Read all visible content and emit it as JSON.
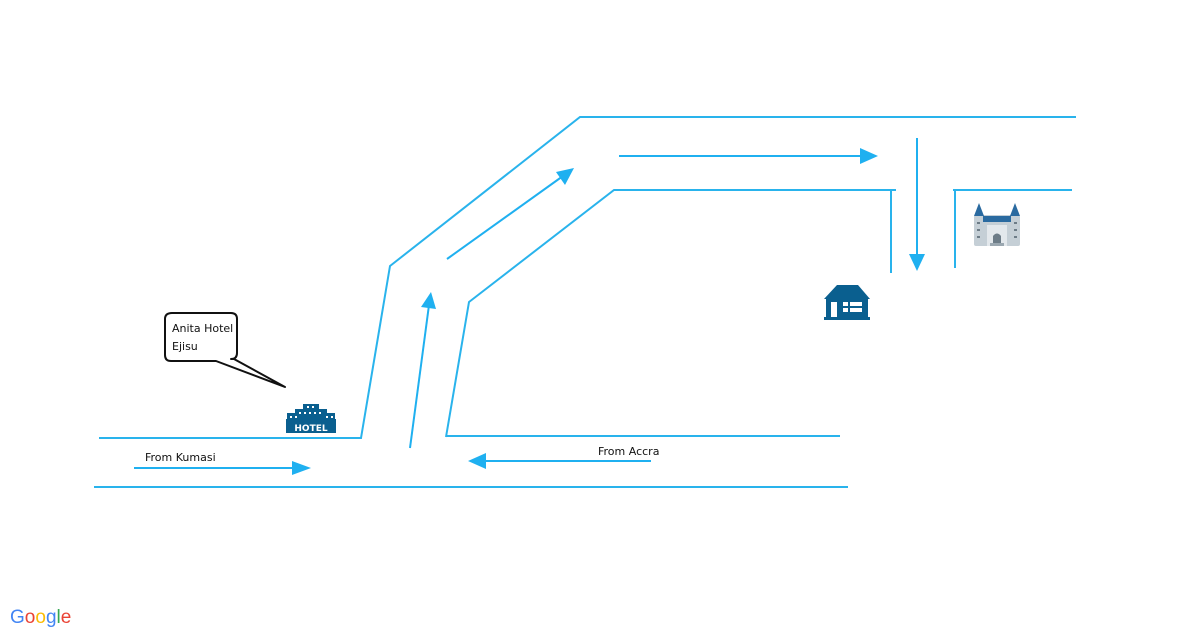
{
  "labels": {
    "from_kumasi": "From Kumasi",
    "from_accra": "From Accra"
  },
  "callout": {
    "line1": "Anita Hotel",
    "line2": "Ejisu"
  },
  "icons": {
    "hotel_sign": "HOTEL",
    "hotel": "hotel-icon",
    "house": "house-icon",
    "castle": "castle-icon"
  },
  "logo": {
    "text": "Google",
    "letters": [
      "G",
      "o",
      "o",
      "g",
      "l",
      "e"
    ]
  },
  "colors": {
    "road": "#29b3ec",
    "arrow": "#1fb0f0",
    "icon_blue": "#0a5f8f"
  }
}
